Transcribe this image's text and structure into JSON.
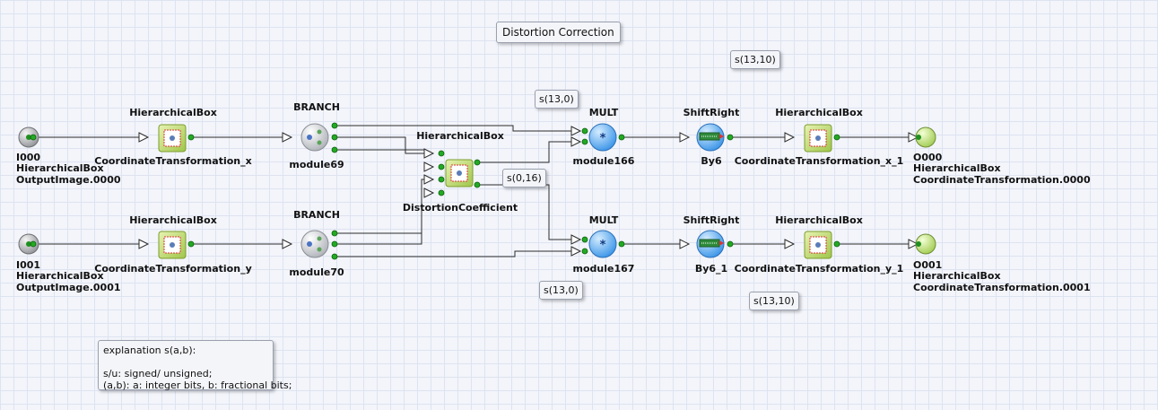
{
  "title": "Distortion Correction",
  "inputs": [
    {
      "id": "I000",
      "type": "HierarchicalBox",
      "name": "OutputImage.0000"
    },
    {
      "id": "I001",
      "type": "HierarchicalBox",
      "name": "OutputImage.0001"
    }
  ],
  "outputs": [
    {
      "id": "O000",
      "type": "HierarchicalBox",
      "name": "CoordinateTransformation.0000"
    },
    {
      "id": "O001",
      "type": "HierarchicalBox",
      "name": "CoordinateTransformation.0001"
    }
  ],
  "blocks": {
    "ct_x": {
      "type": "HierarchicalBox",
      "name": "CoordinateTransformation_x"
    },
    "ct_y": {
      "type": "HierarchicalBox",
      "name": "CoordinateTransformation_y"
    },
    "br69": {
      "type": "BRANCH",
      "name": "module69"
    },
    "br70": {
      "type": "BRANCH",
      "name": "module70"
    },
    "dc": {
      "type": "HierarchicalBox",
      "name": "DistortionCoefficient"
    },
    "m166": {
      "type": "MULT",
      "name": "module166"
    },
    "m167": {
      "type": "MULT",
      "name": "module167"
    },
    "sr6": {
      "type": "ShiftRight",
      "name": "By6"
    },
    "sr6_1": {
      "type": "ShiftRight",
      "name": "By6_1"
    },
    "ct_x1": {
      "type": "HierarchicalBox",
      "name": "CoordinateTransformation_x_1"
    },
    "ct_y1": {
      "type": "HierarchicalBox",
      "name": "CoordinateTransformation_y_1"
    }
  },
  "annotations": {
    "a1": "s(13,10)",
    "a2": "s(13,0)",
    "a3": "s(0,16)",
    "a4": "s(13,0)",
    "a5": "s(13,10)"
  },
  "explanation": {
    "line1": "explanation s(a,b):",
    "line2": "",
    "line3": "s/u: signed/ unsigned;",
    "line4": "(a,b): a: integer bits, b: fractional bits;"
  },
  "colors": {
    "wire": "#2b2b2b",
    "port": "#22aa22",
    "hbox": "#c8e07a",
    "mult": "#4aa3f0",
    "branch": "#cfd2d6"
  }
}
